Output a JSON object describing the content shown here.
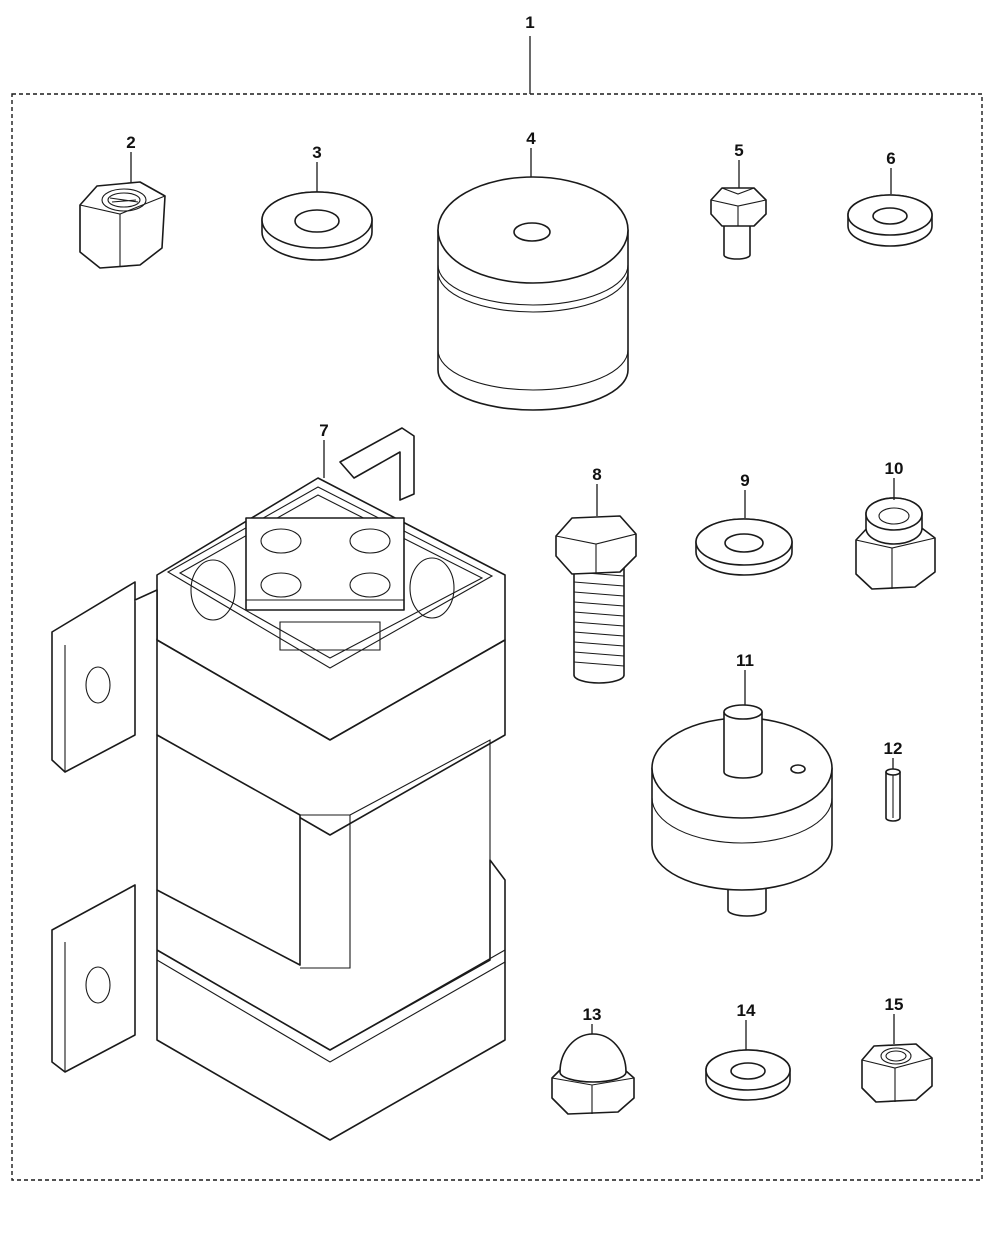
{
  "callouts": [
    {
      "id": "1",
      "label": "1"
    },
    {
      "id": "2",
      "label": "2"
    },
    {
      "id": "3",
      "label": "3"
    },
    {
      "id": "4",
      "label": "4"
    },
    {
      "id": "5",
      "label": "5"
    },
    {
      "id": "6",
      "label": "6"
    },
    {
      "id": "7",
      "label": "7"
    },
    {
      "id": "8",
      "label": "8"
    },
    {
      "id": "9",
      "label": "9"
    },
    {
      "id": "10",
      "label": "10"
    },
    {
      "id": "11",
      "label": "11"
    },
    {
      "id": "12",
      "label": "12"
    },
    {
      "id": "13",
      "label": "13"
    },
    {
      "id": "14",
      "label": "14"
    },
    {
      "id": "15",
      "label": "15"
    }
  ],
  "parts": {
    "p1": "kit-assembly-frame",
    "p2": "hex-nut",
    "p3": "flat-washer",
    "p4": "cylindrical-damper",
    "p5": "short-hex-bolt",
    "p6": "small-washer",
    "p7": "mounting-bracket",
    "p8": "hex-bolt",
    "p9": "washer",
    "p10": "lock-nut",
    "p11": "rubber-mount-with-studs",
    "p12": "roll-pin",
    "p13": "cap-nut",
    "p14": "washer",
    "p15": "nut"
  }
}
